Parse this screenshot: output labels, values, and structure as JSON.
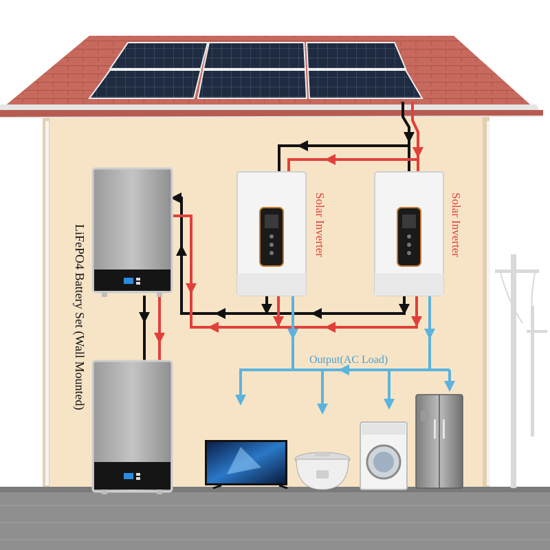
{
  "labels": {
    "battery_set": "LiFePO4 Battery Set (Wall Mounted)",
    "inverter_1": "Solar Inverter",
    "inverter_2": "Solar Inverter",
    "output": "Output(AC Load)"
  },
  "colors": {
    "dc_positive": "#e0403a",
    "dc_negative": "#111111",
    "ac_output": "#5bb3de",
    "roof": "#c2655a",
    "wall": "#f7e4c6",
    "ground": "#8e8e8e",
    "panel": "#1d2a3d"
  },
  "icons": [
    "solar-panel-icon",
    "battery-icon",
    "inverter-icon",
    "tv-icon",
    "rice-cooker-icon",
    "washing-machine-icon",
    "refrigerator-icon",
    "power-pole-icon"
  ]
}
